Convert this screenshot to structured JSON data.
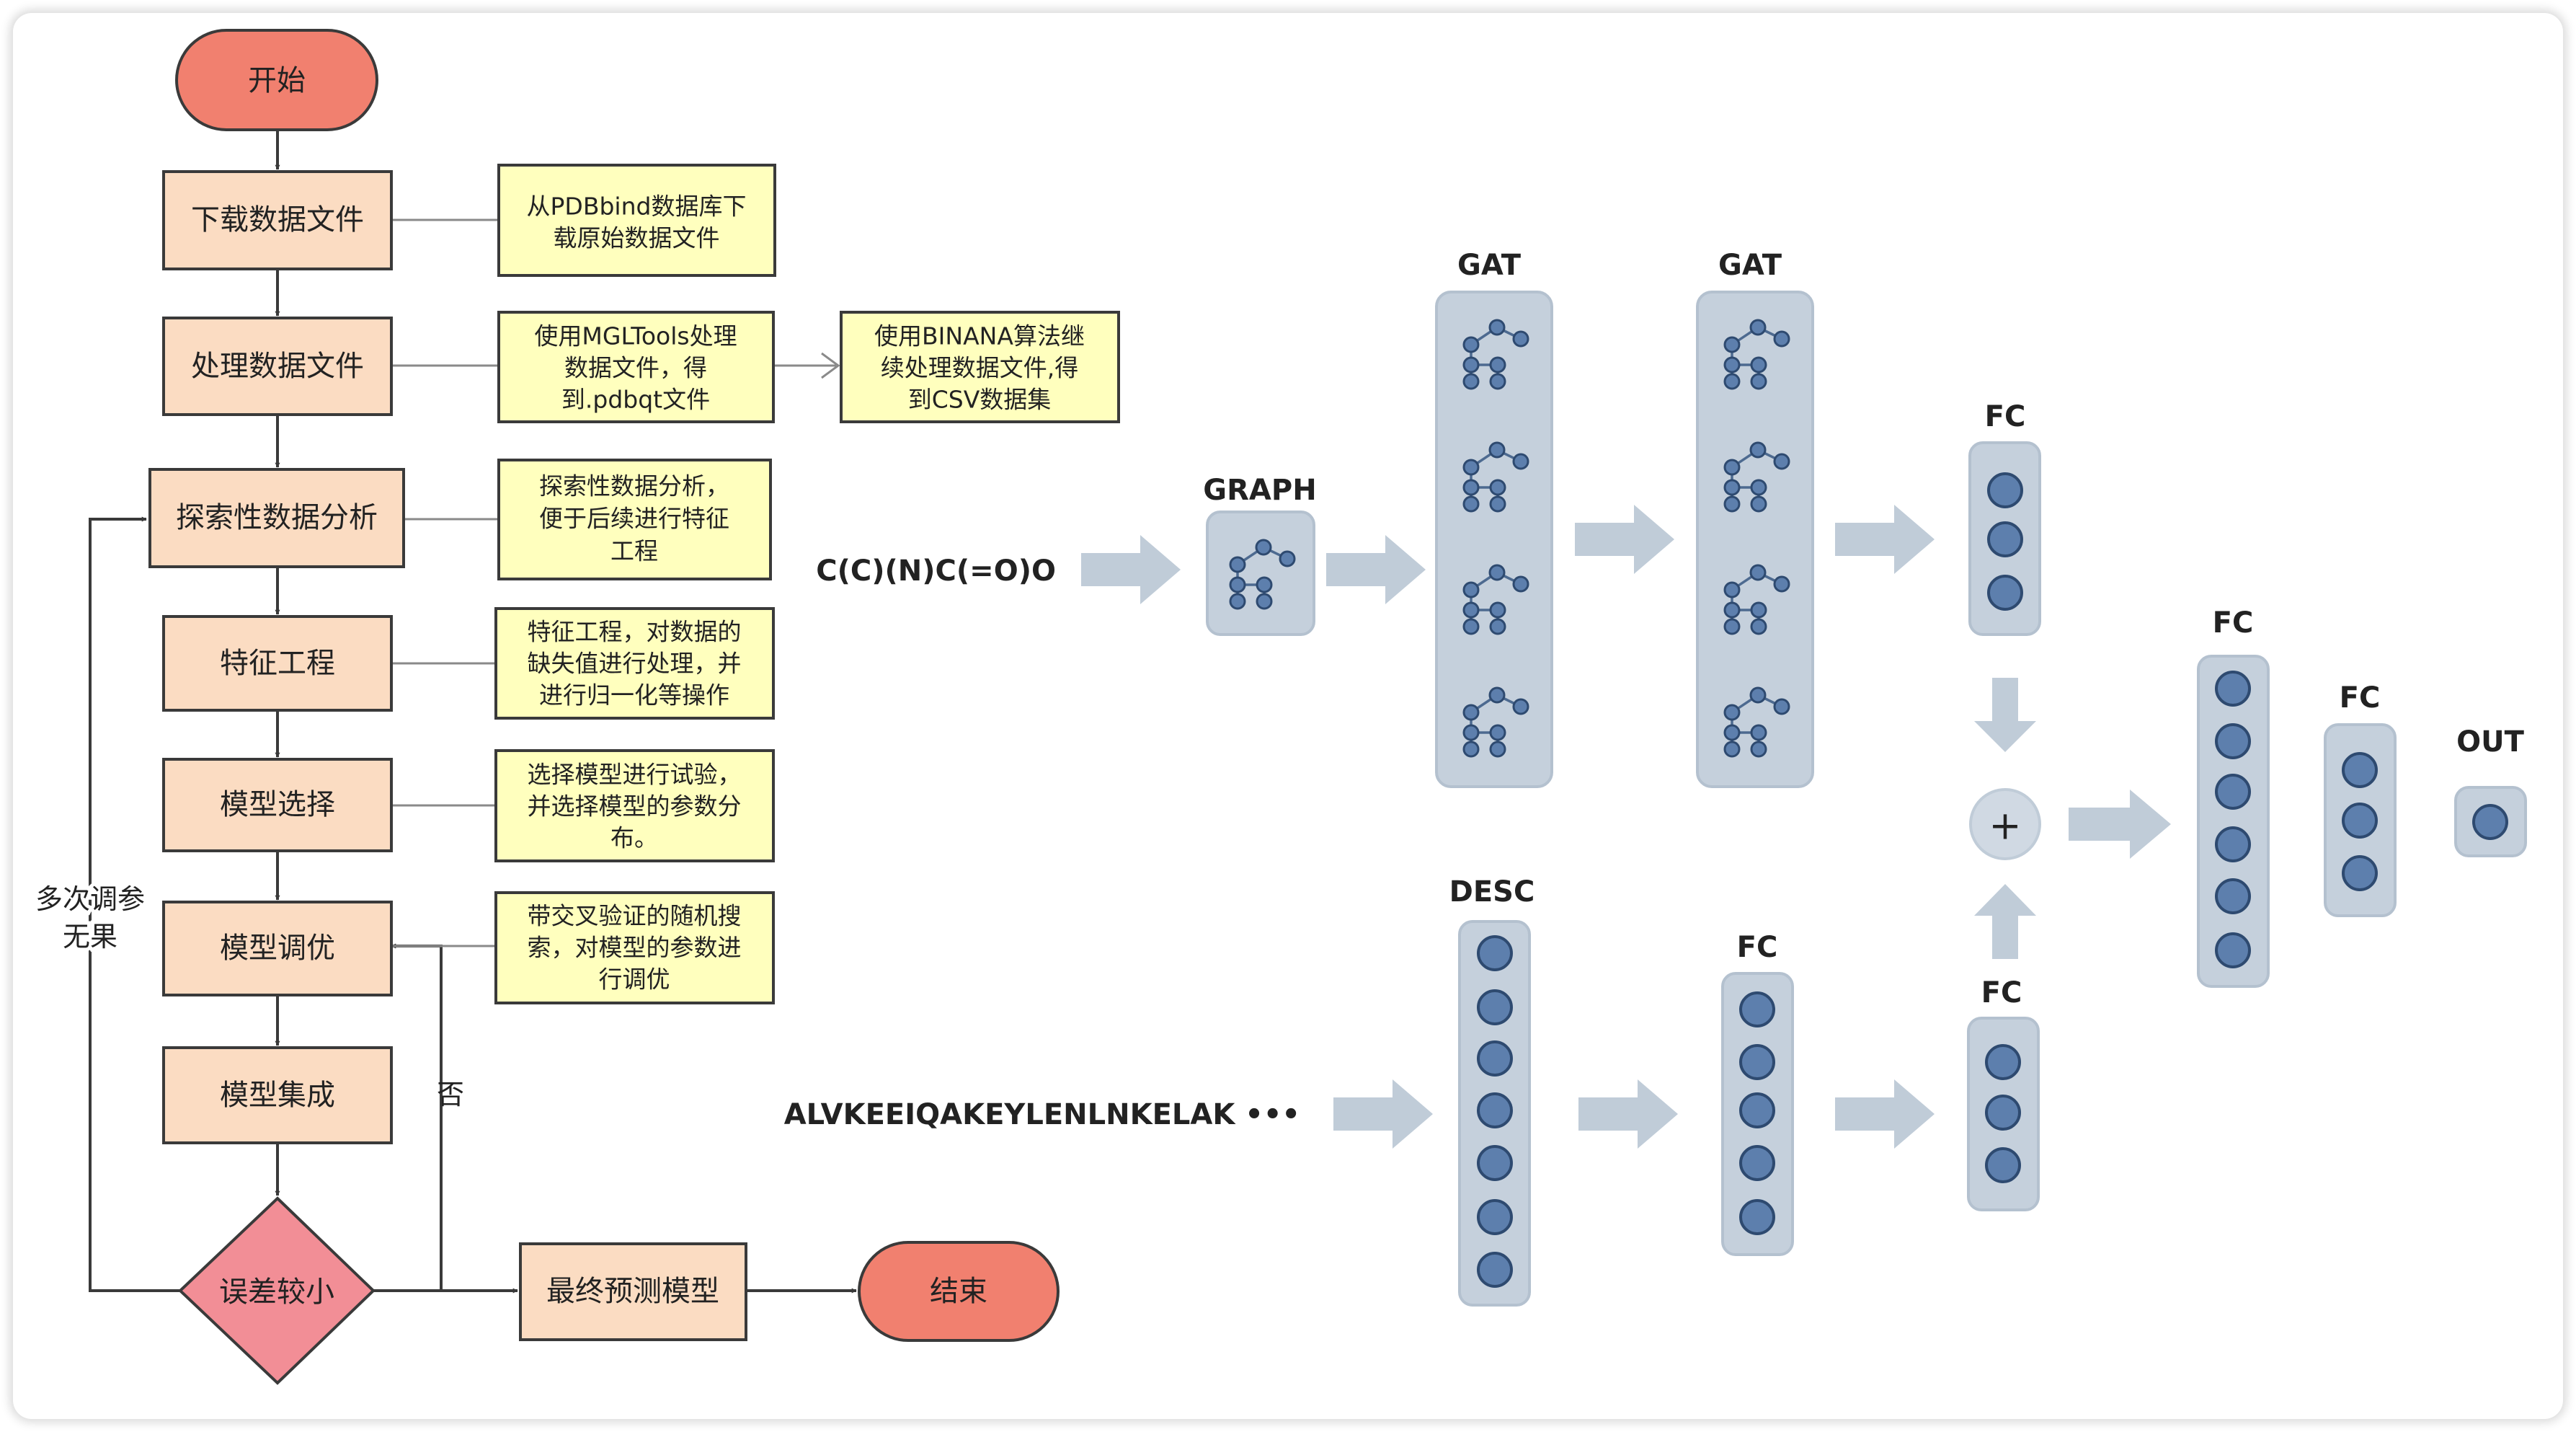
{
  "colors": {
    "terminal_fill": "#f1806f",
    "process_fill": "#fbdcc2",
    "note_fill": "#ffffbe",
    "decision_fill": "#f28e96",
    "layer_fill": "#c5d0dc",
    "node_fill": "#5d7fad",
    "arrow_fill": "#c0ccd8",
    "line": "#3a3a3a"
  },
  "flowchart": {
    "start": "开始",
    "download": "下载数据文件",
    "process": "处理数据文件",
    "eda": "探索性数据分析",
    "feature": "特征工程",
    "model_select": "模型选择",
    "tuning": "模型调优",
    "ensemble": "模型集成",
    "decision": "误差较小",
    "final_model": "最终预测模型",
    "end": "结束",
    "no_label": "否",
    "loop_label": [
      "多次调参",
      "无果"
    ]
  },
  "notes": {
    "download": [
      "从PDBbind数据库下",
      "载原始数据文件"
    ],
    "process": [
      "使用MGLTools处理",
      "数据文件，得",
      "到.pdbqt文件"
    ],
    "binana": [
      "使用BINANA算法继",
      "续处理数据文件,得",
      "到CSV数据集"
    ],
    "eda": [
      "探索性数据分析，",
      "便于后续进行特征",
      "工程"
    ],
    "feature": [
      "特征工程，对数据的",
      "缺失值进行处理，并",
      "进行归一化等操作"
    ],
    "model_select": [
      "选择模型进行试验，",
      "并选择模型的参数分",
      "布。"
    ],
    "tuning": [
      "带交叉验证的随机搜",
      "索，对模型的参数进",
      "行调优"
    ]
  },
  "network": {
    "smiles": "C(C)(N)C(=O)O",
    "sequence": "ALVKEEIQAKEYLENLNKELAK •••",
    "graph_label": "GRAPH",
    "gat1_label": "GAT",
    "gat2_label": "GAT",
    "fc_top_label": "FC",
    "desc_label": "DESC",
    "fc_desc1_label": "FC",
    "fc_desc2_label": "FC",
    "fc_merge_label": "FC",
    "fc_final_label": "FC",
    "out_label": "OUT",
    "plus_symbol": "+"
  }
}
